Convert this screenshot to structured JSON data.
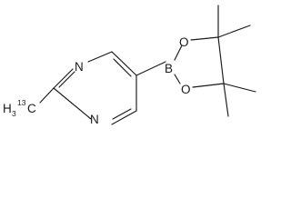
{
  "molecule": {
    "atoms": {
      "n_top": "N",
      "n_bottom": "N",
      "boron": "B",
      "oxygen_top": "O",
      "oxygen_bottom": "O",
      "methyl_prefix": "H",
      "methyl_subscript": "3",
      "isotope_mass": "13",
      "methyl_carbon": "C"
    }
  }
}
